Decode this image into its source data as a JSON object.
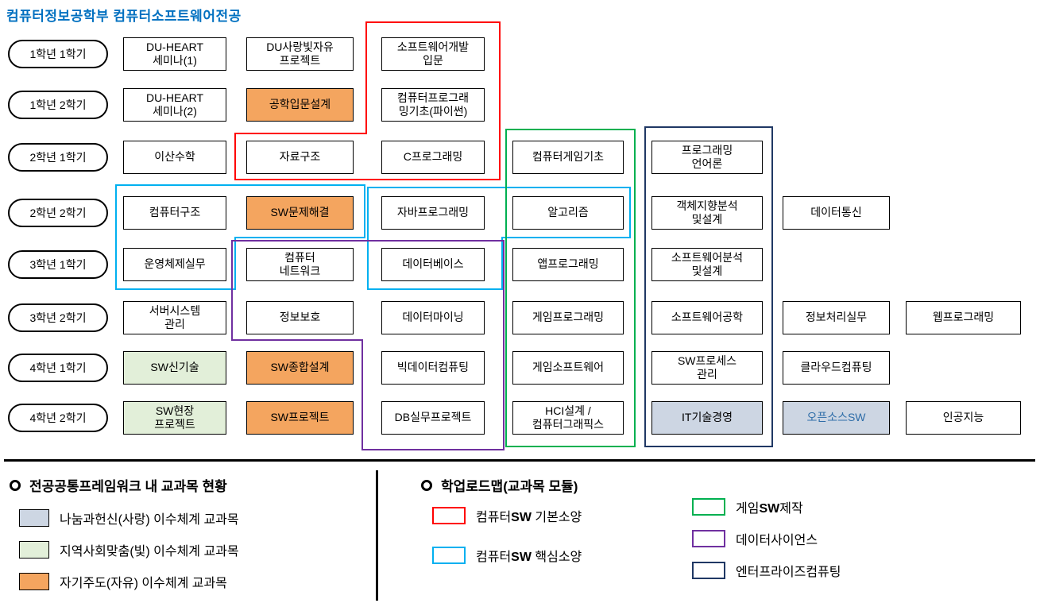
{
  "title": "컴퓨터정보공학부 컴퓨터소프트웨어전공",
  "palette": {
    "title_blue": "#0070C0",
    "white": "#FFFFFF",
    "orange": "#F4A55F",
    "green": "#E2EFD9",
    "bluegray": "#CDD6E3",
    "red_outline": "#FF0000",
    "cyan_outline": "#00B0F0",
    "green_outline": "#00B050",
    "purple_outline": "#7030A0",
    "navy_outline": "#203864"
  },
  "semesters": [
    "1학년 1학기",
    "1학년 2학기",
    "2학년 1학기",
    "2학년 2학기",
    "3학년 1학기",
    "3학년 2학기",
    "4학년 1학기",
    "4학년 2학기"
  ],
  "courses": [
    {
      "row": 1,
      "col": 1,
      "label": "DU-HEART\n세미나(1)",
      "fill": "white"
    },
    {
      "row": 1,
      "col": 2,
      "label": "DU사랑빛자유\n프로젝트",
      "fill": "white"
    },
    {
      "row": 1,
      "col": 3,
      "label": "소프트웨어개발\n입문",
      "fill": "white"
    },
    {
      "row": 2,
      "col": 1,
      "label": "DU-HEART\n세미나(2)",
      "fill": "white"
    },
    {
      "row": 2,
      "col": 2,
      "label": "공학입문설계",
      "fill": "orange"
    },
    {
      "row": 2,
      "col": 3,
      "label": "컴퓨터프로그래\n밍기초(파이썬)",
      "fill": "white"
    },
    {
      "row": 3,
      "col": 1,
      "label": "이산수학",
      "fill": "white"
    },
    {
      "row": 3,
      "col": 2,
      "label": "자료구조",
      "fill": "white"
    },
    {
      "row": 3,
      "col": 3,
      "label": "C프로그래밍",
      "fill": "white"
    },
    {
      "row": 3,
      "col": 4,
      "label": "컴퓨터게임기초",
      "fill": "white"
    },
    {
      "row": 3,
      "col": 5,
      "label": "프로그래밍\n언어론",
      "fill": "white"
    },
    {
      "row": 4,
      "col": 1,
      "label": "컴퓨터구조",
      "fill": "white"
    },
    {
      "row": 4,
      "col": 2,
      "label": "SW문제해결",
      "fill": "orange"
    },
    {
      "row": 4,
      "col": 3,
      "label": "자바프로그래밍",
      "fill": "white"
    },
    {
      "row": 4,
      "col": 4,
      "label": "알고리즘",
      "fill": "white"
    },
    {
      "row": 4,
      "col": 5,
      "label": "객체지향분석\n및설계",
      "fill": "white"
    },
    {
      "row": 4,
      "col": 6,
      "label": "데이터통신",
      "fill": "white"
    },
    {
      "row": 5,
      "col": 1,
      "label": "운영체제실무",
      "fill": "white"
    },
    {
      "row": 5,
      "col": 2,
      "label": "컴퓨터\n네트워크",
      "fill": "white"
    },
    {
      "row": 5,
      "col": 3,
      "label": "데이터베이스",
      "fill": "white"
    },
    {
      "row": 5,
      "col": 4,
      "label": "앱프로그래밍",
      "fill": "white"
    },
    {
      "row": 5,
      "col": 5,
      "label": "소프트웨어분석\n및설계",
      "fill": "white"
    },
    {
      "row": 6,
      "col": 1,
      "label": "서버시스템\n관리",
      "fill": "white"
    },
    {
      "row": 6,
      "col": 2,
      "label": "정보보호",
      "fill": "white"
    },
    {
      "row": 6,
      "col": 3,
      "label": "데이터마이닝",
      "fill": "white"
    },
    {
      "row": 6,
      "col": 4,
      "label": "게임프로그래밍",
      "fill": "white"
    },
    {
      "row": 6,
      "col": 5,
      "label": "소프트웨어공학",
      "fill": "white"
    },
    {
      "row": 6,
      "col": 6,
      "label": "정보처리실무",
      "fill": "white"
    },
    {
      "row": 6,
      "col": 7,
      "label": "웹프로그래밍",
      "fill": "white"
    },
    {
      "row": 7,
      "col": 1,
      "label": "SW신기술",
      "fill": "green"
    },
    {
      "row": 7,
      "col": 2,
      "label": "SW종합설계",
      "fill": "orange"
    },
    {
      "row": 7,
      "col": 3,
      "label": "빅데이터컴퓨팅",
      "fill": "white"
    },
    {
      "row": 7,
      "col": 4,
      "label": "게임소프트웨어",
      "fill": "white"
    },
    {
      "row": 7,
      "col": 5,
      "label": "SW프로세스\n관리",
      "fill": "white"
    },
    {
      "row": 7,
      "col": 6,
      "label": "클라우드컴퓨팅",
      "fill": "white"
    },
    {
      "row": 8,
      "col": 1,
      "label": "SW현장\n프로젝트",
      "fill": "green"
    },
    {
      "row": 8,
      "col": 2,
      "label": "SW프로젝트",
      "fill": "orange"
    },
    {
      "row": 8,
      "col": 3,
      "label": "DB실무프로젝트",
      "fill": "white"
    },
    {
      "row": 8,
      "col": 4,
      "label": "HCI설계 /\n컴퓨터그래픽스",
      "fill": "white"
    },
    {
      "row": 8,
      "col": 5,
      "label": "IT기술경영",
      "fill": "bluegray"
    },
    {
      "row": 8,
      "col": 6,
      "label": "오픈소스SW",
      "fill": "bluegray",
      "text_color": "#2E6DA8"
    },
    {
      "row": 8,
      "col": 7,
      "label": "인공지능",
      "fill": "white"
    }
  ],
  "modules": [
    {
      "id": "basic",
      "label": "컴퓨터SW 기본소양",
      "color": "#FF0000",
      "shapes": [
        "basic"
      ],
      "covers": [
        "소프트웨어개발 입문",
        "컴퓨터프로그래밍기초(파이썬)",
        "자료구조",
        "C프로그래밍"
      ]
    },
    {
      "id": "core",
      "label": "컴퓨터SW 핵심소양",
      "color": "#00B0F0",
      "shapes": [
        "core_a",
        "core_b"
      ],
      "covers": [
        "컴퓨터구조",
        "SW문제해결",
        "운영체제실무",
        "자바프로그래밍",
        "알고리즘",
        "데이터베이스"
      ]
    },
    {
      "id": "game",
      "label": "게임SW제작",
      "color": "#00B050",
      "shapes": [
        "game"
      ],
      "covers": [
        "컴퓨터게임기초",
        "앱프로그래밍",
        "게임프로그래밍",
        "게임소프트웨어",
        "HCI설계 / 컴퓨터그래픽스"
      ]
    },
    {
      "id": "data",
      "label": "데이터사이언스",
      "color": "#7030A0",
      "shapes": [
        "data"
      ],
      "covers": [
        "컴퓨터 네트워크",
        "정보보호",
        "데이터베이스",
        "데이터마이닝",
        "빅데이터컴퓨팅",
        "DB실무프로젝트"
      ]
    },
    {
      "id": "enterprise",
      "label": "엔터프라이즈컴퓨팅",
      "color": "#203864",
      "shapes": [
        "enterprise"
      ],
      "covers": [
        "프로그래밍 언어론",
        "객체지향분석 및설계",
        "소프트웨어분석 및설계",
        "소프트웨어공학",
        "SW프로세스 관리",
        "IT기술경영"
      ]
    }
  ],
  "legend_framework": {
    "header": "전공공통프레임워크 내 교과목 현황",
    "items": [
      {
        "fill": "bluegray",
        "label": "나눔과헌신(사랑) 이수체계 교과목"
      },
      {
        "fill": "green",
        "label": "지역사회맞춤(빛) 이수체계 교과목"
      },
      {
        "fill": "orange",
        "label": "자기주도(자유) 이수체계 교과목"
      }
    ]
  },
  "legend_roadmap": {
    "header": "학업로드맵(교과목 모듈)",
    "columns": [
      [
        {
          "module": "basic",
          "pre": "컴퓨터",
          "bold": "SW",
          "post": " 기본소양"
        },
        {
          "module": "core",
          "pre": "컴퓨터",
          "bold": "SW",
          "post": " 핵심소양"
        }
      ],
      [
        {
          "module": "game",
          "pre": "게임",
          "bold": "SW",
          "post": "제작"
        },
        {
          "module": "data",
          "pre": "데이터사이언스",
          "bold": "",
          "post": ""
        },
        {
          "module": "enterprise",
          "pre": "엔터프라이즈컴퓨팅",
          "bold": "",
          "post": ""
        }
      ]
    ]
  }
}
